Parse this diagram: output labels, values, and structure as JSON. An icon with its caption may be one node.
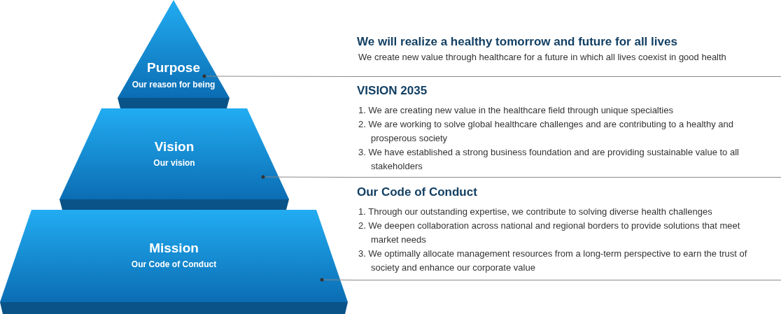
{
  "diagram": {
    "nodes": [
      {
        "text": [
          "Purpose",
          "Our reason for being"
        ]
      },
      {
        "text": [
          "Vision",
          "Our vision"
        ]
      },
      {
        "text": [
          "Mission",
          "Our Code of Conduct"
        ]
      },
      {
        "text": [
          "We will realize a healthy tomorrow and future for all lives",
          "We create new value through healthcare for a future in which all lives coexist in good health"
        ]
      },
      {
        "text": [
          "VISION 2035",
          "1. We are creating new value in the healthcare field through unique specialties",
          "2. We are working to solve global healthcare challenges and are contributing to a healthy and prosperous society",
          "3. We have established a strong business foundation and are providing sustainable value to all stakeholders"
        ]
      },
      {
        "text": [
          "Our Code of Conduct",
          "1. Through our outstanding expertise, we contribute to solving diverse health challenges",
          "2. We deepen collaboration across national and regional borders to provide solutions that meet market needs",
          "3. We optimally allocate management resources from a long-term perspective to earn the trust of society and enhance our corporate value"
        ]
      }
    ],
    "edges": [
      {
        "from": 0,
        "to": 3,
        "arrow": "other"
      },
      {
        "from": 1,
        "to": 4,
        "arrow": "other"
      },
      {
        "from": 2,
        "to": 5,
        "arrow": "other"
      }
    ]
  }
}
